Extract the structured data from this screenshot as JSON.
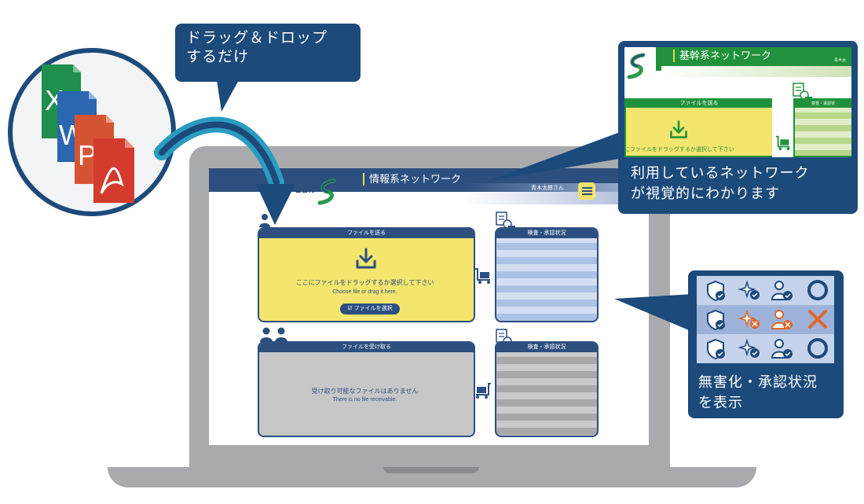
{
  "callout_drag": {
    "line1": "ドラッグ＆ドロップ",
    "line2": "するだけ"
  },
  "callout_network": {
    "line1": "利用しているネットワーク",
    "line2": "が視覚的にわかります"
  },
  "callout_status": {
    "line1": "無害化・承認状況",
    "line2": "を表示"
  },
  "inset": {
    "network_title": "基幹系ネットワーク",
    "user_name": "青木太",
    "send_header": "ファイルを送る",
    "drop_text": "にファイルをドラッグするか選択して下さい",
    "status_header": "検査・承認状",
    "accent_color": "#20923b"
  },
  "app": {
    "logo_text": "ZEN",
    "network_title": "情報系ネットワーク",
    "user_name": "青木太郎さん",
    "accent_color": "#2c4f80",
    "send_panel": {
      "header": "ファイルを送る",
      "drop_text_ja": "ここにファイルをドラッグするか選択して下さい",
      "drop_text_en": "Choose file or drag it here.",
      "select_button": "ファイルを選択"
    },
    "receive_panel": {
      "header": "ファイルを受け取る",
      "empty_text_ja": "受け取り可能なファイルはありません",
      "empty_text_en": "There is no file receivable."
    },
    "status_panel_header": "検査・承認状況"
  },
  "status_grid": {
    "rows": [
      {
        "result": "ok"
      },
      {
        "result": "ng"
      },
      {
        "result": "ok"
      }
    ]
  }
}
